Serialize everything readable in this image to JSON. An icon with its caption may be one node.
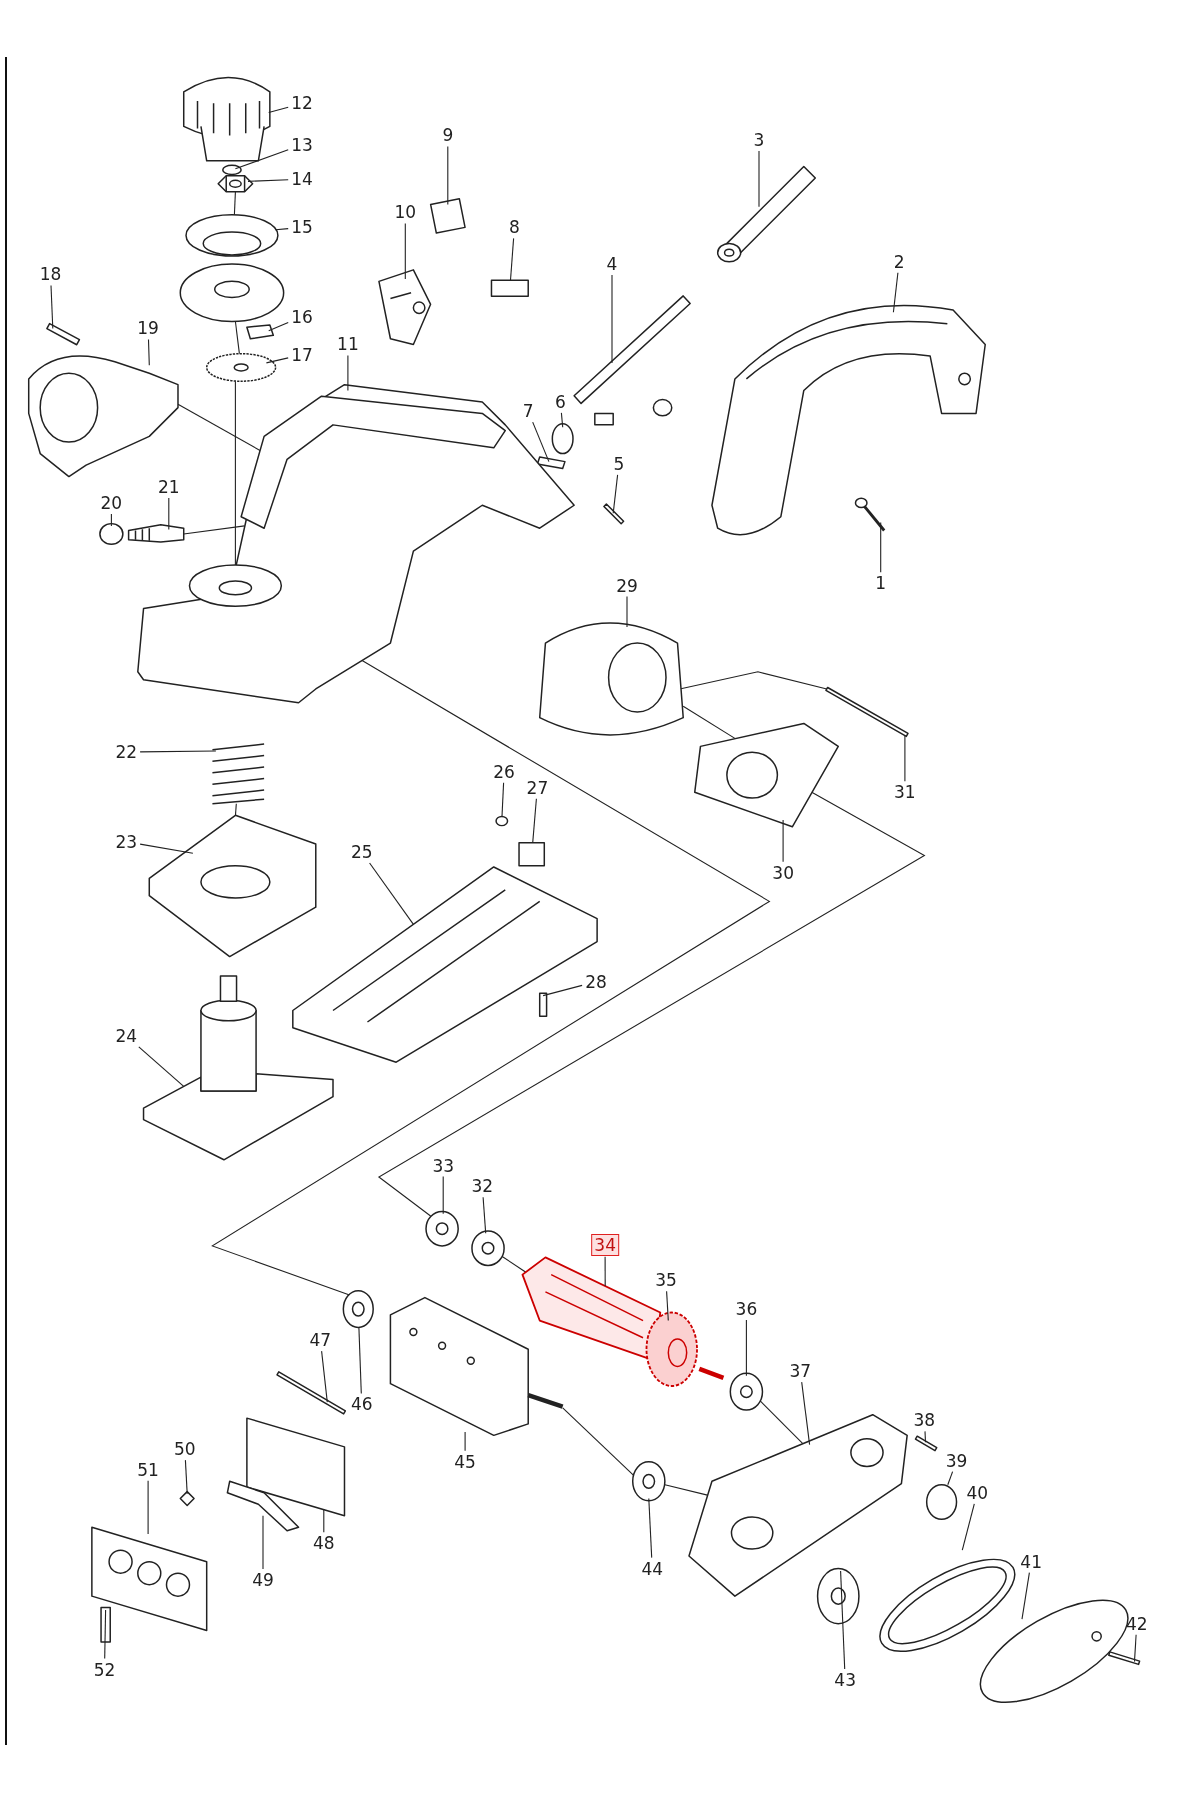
{
  "diagram": {
    "nodes": [
      {
        "text": [
          "1"
        ]
      },
      {
        "text": [
          "2"
        ]
      },
      {
        "text": [
          "3"
        ]
      },
      {
        "text": [
          "4"
        ]
      },
      {
        "text": [
          "5"
        ]
      },
      {
        "text": [
          "6"
        ]
      },
      {
        "text": [
          "7"
        ]
      },
      {
        "text": [
          "8"
        ]
      },
      {
        "text": [
          "9"
        ]
      },
      {
        "text": [
          "10"
        ]
      },
      {
        "text": [
          "11"
        ]
      },
      {
        "text": [
          "12"
        ]
      },
      {
        "text": [
          "13"
        ]
      },
      {
        "text": [
          "14"
        ]
      },
      {
        "text": [
          "15"
        ]
      },
      {
        "text": [
          "16"
        ]
      },
      {
        "text": [
          "17"
        ]
      },
      {
        "text": [
          "18"
        ]
      },
      {
        "text": [
          "19"
        ]
      },
      {
        "text": [
          "20"
        ]
      },
      {
        "text": [
          "21"
        ]
      },
      {
        "text": [
          "22"
        ]
      },
      {
        "text": [
          "23"
        ]
      },
      {
        "text": [
          "24"
        ]
      },
      {
        "text": [
          "25"
        ]
      },
      {
        "text": [
          "26"
        ]
      },
      {
        "text": [
          "27"
        ]
      },
      {
        "text": [
          "28"
        ]
      },
      {
        "text": [
          "29"
        ]
      },
      {
        "text": [
          "30"
        ]
      },
      {
        "text": [
          "31"
        ]
      },
      {
        "text": [
          "32"
        ]
      },
      {
        "text": [
          "33"
        ]
      },
      {
        "text": [
          "34"
        ]
      },
      {
        "text": [
          "35"
        ]
      },
      {
        "text": [
          "36"
        ]
      },
      {
        "text": [
          "37"
        ]
      },
      {
        "text": [
          "38"
        ]
      },
      {
        "text": [
          "39"
        ]
      },
      {
        "text": [
          "40"
        ]
      },
      {
        "text": [
          "41"
        ]
      },
      {
        "text": [
          "42"
        ]
      },
      {
        "text": [
          "43"
        ]
      },
      {
        "text": [
          "44"
        ]
      },
      {
        "text": [
          "45"
        ]
      },
      {
        "text": [
          "46"
        ]
      },
      {
        "text": [
          "47"
        ]
      },
      {
        "text": [
          "48"
        ]
      },
      {
        "text": [
          "49"
        ]
      },
      {
        "text": [
          "50"
        ]
      },
      {
        "text": [
          "51"
        ]
      },
      {
        "text": [
          "52"
        ]
      },
      {
        "text": [],
        "shape": "picture"
      },
      {
        "text": [],
        "shape": "picture"
      },
      {
        "text": [],
        "shape": "picture"
      },
      {
        "text": [],
        "shape": "bar"
      },
      {
        "text": [],
        "shape": "bar"
      },
      {
        "text": [],
        "shape": "circle"
      },
      {
        "text": [],
        "shape": "box"
      },
      {
        "text": [],
        "shape": "box"
      },
      {
        "text": [],
        "shape": "box"
      },
      {
        "text": [],
        "shape": "picture"
      },
      {
        "text": [],
        "shape": "picture"
      },
      {
        "text": [],
        "shape": "picture"
      },
      {
        "text": [],
        "shape": "circle"
      },
      {
        "text": [],
        "shape": "picture"
      },
      {
        "text": [],
        "shape": "picture"
      },
      {
        "text": [],
        "shape": "box"
      },
      {
        "text": [],
        "shape": "picture"
      },
      {
        "text": [],
        "shape": "bar"
      },
      {
        "text": [],
        "shape": "picture"
      },
      {
        "text": [],
        "shape": "circle"
      },
      {
        "text": [],
        "shape": "picture"
      },
      {
        "text": [],
        "shape": "picture"
      },
      {
        "text": [],
        "shape": "picture"
      },
      {
        "text": [],
        "shape": "picture"
      },
      {
        "text": [],
        "shape": "picture"
      },
      {
        "text": [],
        "shape": "circle"
      },
      {
        "text": [],
        "shape": "box"
      },
      {
        "text": [],
        "shape": "bar"
      },
      {
        "text": [],
        "shape": "picture"
      },
      {
        "text": [],
        "shape": "picture"
      },
      {
        "text": [],
        "shape": "bar"
      },
      {
        "text": [],
        "shape": "picture"
      },
      {
        "text": [],
        "shape": "picture"
      },
      {
        "text": [],
        "shape": "picture"
      },
      {
        "text": [],
        "shape": "picture"
      },
      {
        "text": [],
        "shape": "picture"
      },
      {
        "text": [],
        "shape": "picture"
      },
      {
        "text": [],
        "shape": "bar"
      },
      {
        "text": [],
        "shape": "circle"
      },
      {
        "text": [],
        "shape": "picture"
      },
      {
        "text": [],
        "shape": "picture"
      },
      {
        "text": [],
        "shape": "bar"
      },
      {
        "text": [],
        "shape": "picture"
      },
      {
        "text": [],
        "shape": "picture"
      },
      {
        "text": [],
        "shape": "picture"
      },
      {
        "text": [],
        "shape": "picture"
      },
      {
        "text": [],
        "shape": "bar"
      },
      {
        "text": [],
        "shape": "box"
      },
      {
        "text": [],
        "shape": "picture"
      },
      {
        "text": [],
        "shape": "diamond"
      },
      {
        "text": [],
        "shape": "picture"
      },
      {
        "text": [],
        "shape": "box"
      }
    ],
    "edges": [
      {
        "from": 0,
        "to": 52,
        "arrow": "none"
      },
      {
        "from": 1,
        "to": 53,
        "arrow": "none"
      },
      {
        "from": 2,
        "to": 54,
        "arrow": "none"
      },
      {
        "from": 3,
        "to": 55,
        "arrow": "none"
      },
      {
        "from": 4,
        "to": 56,
        "arrow": "none"
      },
      {
        "from": 5,
        "to": 57,
        "arrow": "none"
      },
      {
        "from": 6,
        "to": 58,
        "arrow": "none"
      },
      {
        "from": 7,
        "to": 59,
        "arrow": "none"
      },
      {
        "from": 8,
        "to": 60,
        "arrow": "none"
      },
      {
        "from": 9,
        "to": 61,
        "arrow": "none"
      },
      {
        "from": 10,
        "to": 62,
        "arrow": "none"
      },
      {
        "from": 11,
        "to": 63,
        "arrow": "none"
      },
      {
        "from": 12,
        "to": 64,
        "arrow": "none"
      },
      {
        "from": 13,
        "to": 65,
        "arrow": "none"
      },
      {
        "from": 14,
        "to": 66,
        "arrow": "none"
      },
      {
        "from": 15,
        "to": 67,
        "arrow": "none"
      },
      {
        "from": 16,
        "to": 68,
        "arrow": "none"
      },
      {
        "from": 17,
        "to": 69,
        "arrow": "none"
      },
      {
        "from": 18,
        "to": 70,
        "arrow": "none"
      },
      {
        "from": 19,
        "to": 71,
        "arrow": "none"
      },
      {
        "from": 20,
        "to": 72,
        "arrow": "none"
      },
      {
        "from": 21,
        "to": 73,
        "arrow": "none"
      },
      {
        "from": 22,
        "to": 74,
        "arrow": "none"
      },
      {
        "from": 23,
        "to": 75,
        "arrow": "none"
      },
      {
        "from": 24,
        "to": 76,
        "arrow": "none"
      },
      {
        "from": 25,
        "to": 77,
        "arrow": "none"
      },
      {
        "from": 26,
        "to": 78,
        "arrow": "none"
      },
      {
        "from": 27,
        "to": 79,
        "arrow": "none"
      },
      {
        "from": 28,
        "to": 80,
        "arrow": "none"
      },
      {
        "from": 29,
        "to": 81,
        "arrow": "none"
      },
      {
        "from": 30,
        "to": 82,
        "arrow": "none"
      },
      {
        "from": 31,
        "to": 83,
        "arrow": "none"
      },
      {
        "from": 32,
        "to": 84,
        "arrow": "none"
      },
      {
        "from": 33,
        "to": 85,
        "arrow": "none"
      },
      {
        "from": 34,
        "to": 86,
        "arrow": "none"
      },
      {
        "from": 35,
        "to": 87,
        "arrow": "none"
      },
      {
        "from": 36,
        "to": 88,
        "arrow": "none"
      },
      {
        "from": 37,
        "to": 89,
        "arrow": "none"
      },
      {
        "from": 38,
        "to": 90,
        "arrow": "none"
      },
      {
        "from": 39,
        "to": 91,
        "arrow": "none"
      },
      {
        "from": 40,
        "to": 92,
        "arrow": "none"
      },
      {
        "from": 41,
        "to": 93,
        "arrow": "none"
      },
      {
        "from": 42,
        "to": 94,
        "arrow": "none"
      },
      {
        "from": 43,
        "to": 95,
        "arrow": "none"
      },
      {
        "from": 44,
        "to": 96,
        "arrow": "none"
      },
      {
        "from": 45,
        "to": 97,
        "arrow": "none"
      },
      {
        "from": 46,
        "to": 98,
        "arrow": "none"
      },
      {
        "from": 47,
        "to": 99,
        "arrow": "none"
      },
      {
        "from": 48,
        "to": 100,
        "arrow": "none"
      },
      {
        "from": 49,
        "to": 101,
        "arrow": "none"
      },
      {
        "from": 50,
        "to": 102,
        "arrow": "none"
      },
      {
        "from": 51,
        "to": 103,
        "arrow": "none"
      },
      {
        "from": 62,
        "to": 97,
        "arrow": "none"
      },
      {
        "from": 81,
        "to": 84,
        "arrow": "none"
      },
      {
        "from": 80,
        "to": 82,
        "arrow": "none"
      },
      {
        "from": 70,
        "to": 62,
        "arrow": "none"
      },
      {
        "from": 72,
        "to": 62,
        "arrow": "none"
      },
      {
        "from": 65,
        "to": 66,
        "arrow": "none"
      },
      {
        "from": 66,
        "to": 68,
        "arrow": "none"
      },
      {
        "from": 68,
        "to": 62,
        "arrow": "none"
      },
      {
        "from": 73,
        "to": 74,
        "arrow": "none"
      },
      {
        "from": 83,
        "to": 85,
        "arrow": "none"
      },
      {
        "from": 87,
        "to": 88,
        "arrow": "none"
      },
      {
        "from": 96,
        "to": 95,
        "arrow": "none"
      },
      {
        "from": 95,
        "to": 88,
        "arrow": "none"
      },
      {
        "from": 80,
        "to": 81,
        "arrow": "none"
      }
    ]
  }
}
